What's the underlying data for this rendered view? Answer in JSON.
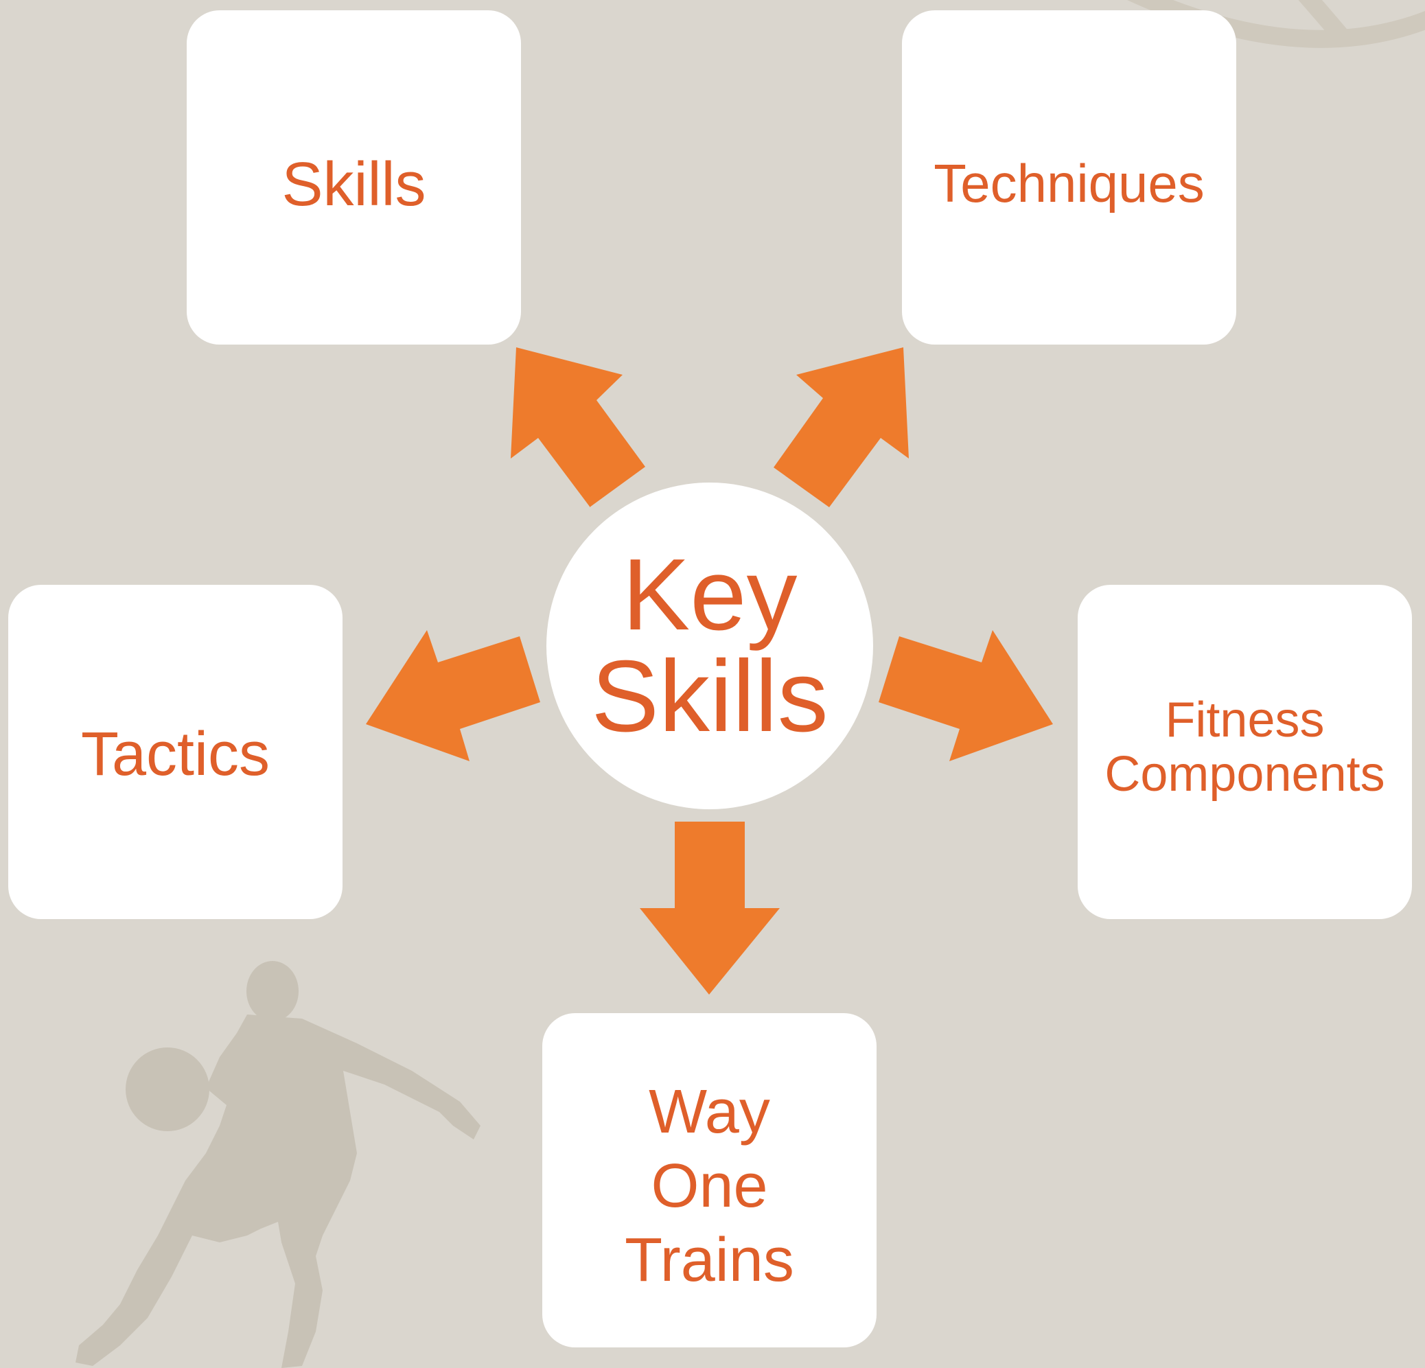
{
  "colors": {
    "background": "#dad6ce",
    "box_fill": "#ffffff",
    "text": "#df5f2a",
    "arrow": "#ee7b2c",
    "silhouette": "#c8c2b6"
  },
  "center": {
    "line1": "Key",
    "line2": "Skills"
  },
  "nodes": {
    "skills": "Skills",
    "techniques": "Techniques",
    "tactics": "Tactics",
    "fitness_line1": "Fitness",
    "fitness_line2": "Components",
    "way_line1": "Way",
    "way_line2": "One",
    "way_line3": "Trains"
  },
  "decorations": {
    "icons": [
      "basketball-player-silhouette-icon",
      "basketball-arc-icon"
    ]
  }
}
